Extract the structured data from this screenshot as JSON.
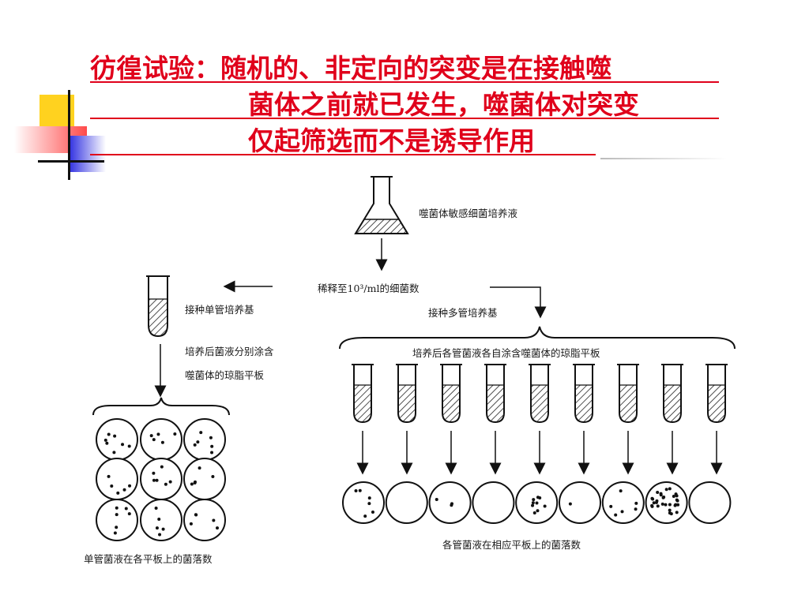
{
  "slide": {
    "title_lines": [
      "彷徨试验：随机的、非定向的突变是在接触噬",
      "菌体之前就已发生，噬菌体对突变",
      "仅起筛选而不是诱导作用"
    ],
    "accent_colors": {
      "title_red": "#e0001b",
      "deco_yellow": "#ffd21f",
      "deco_red": "#ff4a4a",
      "deco_blue": "#2a2ae0"
    }
  },
  "diagram": {
    "labels": {
      "flask": "噬菌体敏感细菌培养液",
      "dilute": "稀释至10³/ml的细菌数",
      "single_tube": "接种单管培养基",
      "single_step_line1": "培养后菌液分别涂含",
      "single_step_line2": "噬菌体的琼脂平板",
      "multi_tube": "接种多管培养基",
      "multi_step": "培养后各管菌液各自涂含噬菌体的琼脂平板",
      "single_result": "单管菌液在各平板上的菌落数",
      "multi_result": "各管菌液在相应平板上的菌落数"
    },
    "single_tube_plates_colony_counts": [
      7,
      5,
      6,
      5,
      6,
      5,
      6,
      5,
      5
    ],
    "multi_tube_plates_colony_counts": [
      6,
      0,
      3,
      0,
      9,
      1,
      6,
      30,
      0
    ],
    "multi_tube_count": 9
  }
}
